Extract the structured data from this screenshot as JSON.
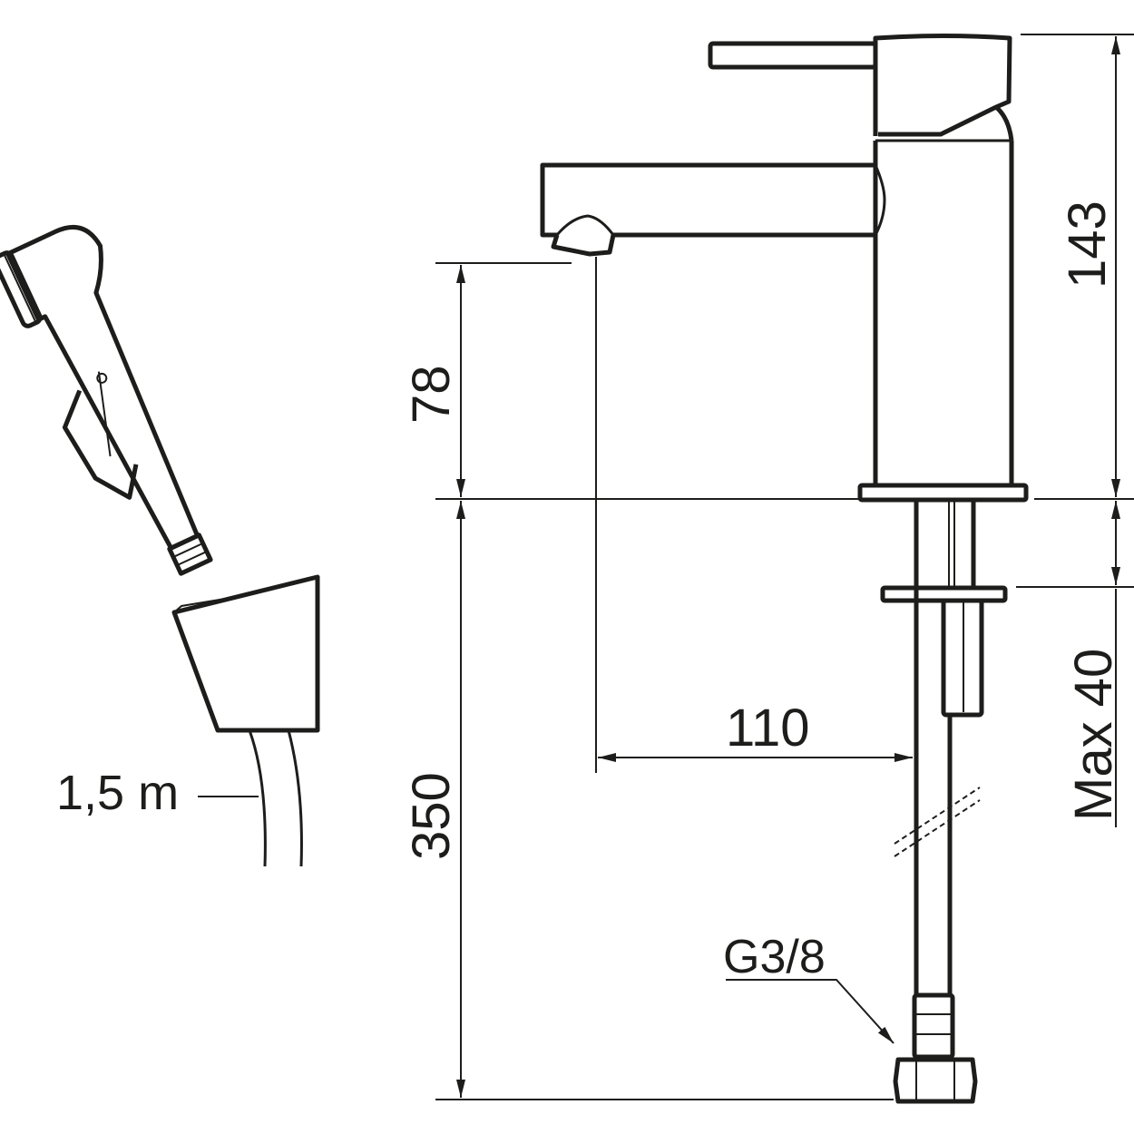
{
  "dimensions": {
    "height_total": "143",
    "spout_height": "78",
    "hose_length": "350",
    "spout_reach": "110",
    "max_counter_thickness": "Max 40",
    "connection_thread": "G3/8",
    "shower_hose_length": "1,5 m"
  },
  "colors": {
    "line": "#1d1d1b",
    "background": "#ffffff"
  }
}
